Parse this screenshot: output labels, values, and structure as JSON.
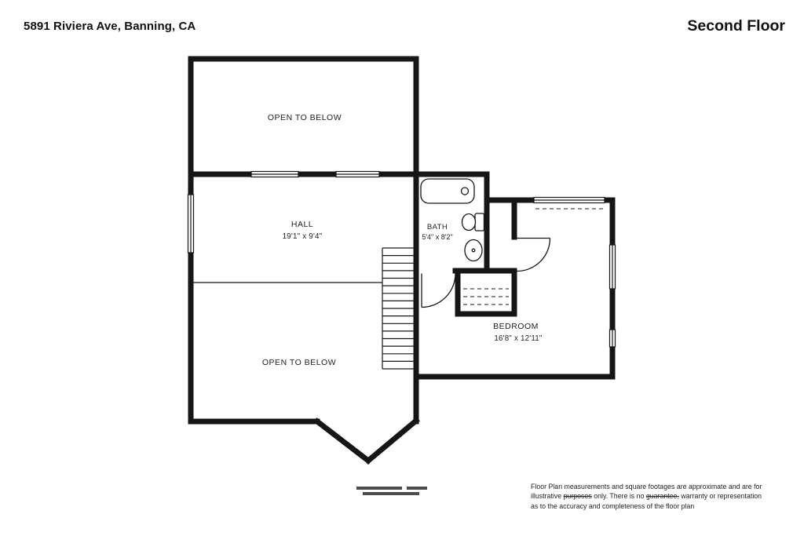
{
  "header": {
    "address": "5891 Riviera Ave, Banning, CA",
    "floor_title": "Second Floor"
  },
  "rooms": {
    "open_below_top": {
      "label": "OPEN TO BELOW"
    },
    "hall": {
      "label": "HALL",
      "dimensions": "19'1\" x 9'4\""
    },
    "bath": {
      "label": "BATH",
      "dimensions": "5'4\" x 8'2\""
    },
    "bedroom": {
      "label": "BEDROOM",
      "dimensions": "16'8\" x 12'11\""
    },
    "open_below_bottom": {
      "label": "OPEN TO BELOW"
    }
  },
  "disclaimer": {
    "line1": "Floor Plan measurements and square footages are approximate and are for",
    "line2_part1": "illustrative ",
    "line2_struck1": "purposes",
    "line2_part2": " only. There is no ",
    "line2_struck2": "guarantee,",
    "line2_part3": " warranty or representation",
    "line3": "as to the accuracy and completeness of the floor plan"
  },
  "colors": {
    "wall": "#161616",
    "label_text": "#1e1e1e",
    "background": "#ffffff"
  }
}
